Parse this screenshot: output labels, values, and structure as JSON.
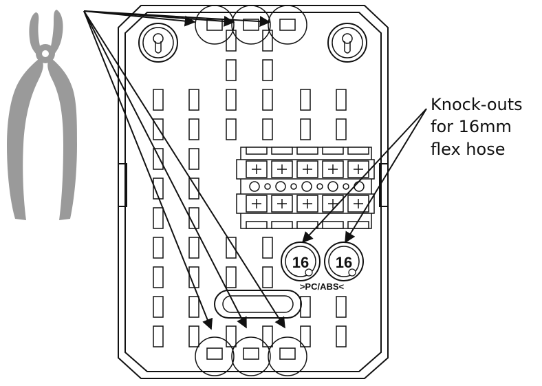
{
  "callout": {
    "lines": [
      "Knock-outs",
      "for 16mm",
      "flex hose"
    ]
  },
  "knockouts": {
    "size_label": "16",
    "material_label": ">PC/ABS<"
  },
  "colors": {
    "tool": "#9a9a9a",
    "line": "#111111",
    "background": "#ffffff"
  },
  "icons": {
    "tool": "pliers-icon",
    "mount_holes": "keyhole-icon"
  }
}
